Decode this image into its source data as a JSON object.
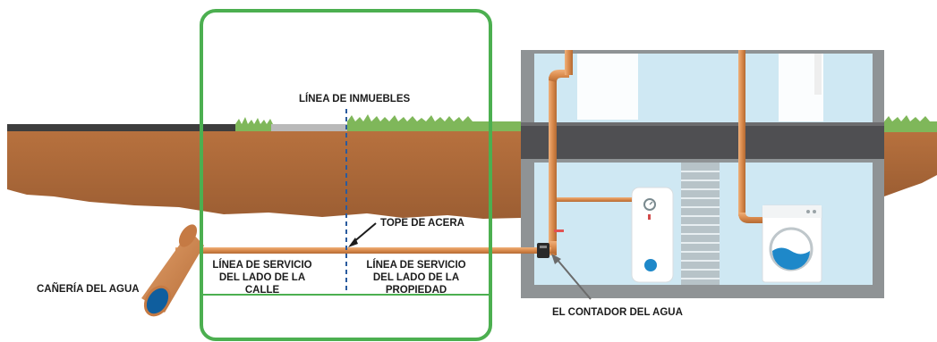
{
  "labels": {
    "property_line": "LÍNEA DE INMUEBLES",
    "curb_stop": "TOPE DE ACERA",
    "water_main": "CAÑERÍA DEL AGUA",
    "street_side": [
      "LÍNEA DE SERVICIO",
      "DEL LADO DE LA",
      "CALLE"
    ],
    "property_side": [
      "LÍNEA DE SERVICIO",
      "DEL LADO DE LA",
      "PROPIEDAD"
    ],
    "water_meter": "EL CONTADOR DEL AGUA"
  },
  "colors": {
    "soil": "#a8673a",
    "soil_dark": "#8a522c",
    "grass": "#7fb75a",
    "room": "#cfe8f3",
    "wall": "#8f9395",
    "floor_slab": "#4f4f52",
    "copper": "#d98a4c",
    "main_pipe": "#3a7fc1",
    "highlight_box": "#4caf50",
    "property_line": "#2a5b9e"
  },
  "icons": [
    "water-heater-icon",
    "washing-machine-icon",
    "water-meter-icon",
    "stairs-icon"
  ]
}
